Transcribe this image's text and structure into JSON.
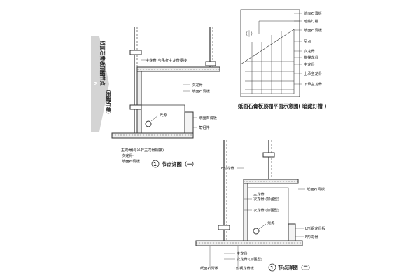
{
  "side_tab": {
    "number": "2",
    "title_lines": [
      "纸面石膏板顶棚节点",
      "（暗藏灯槽）"
    ]
  },
  "detail1": {
    "labels": {
      "main_keel_pref": "主龙骨(与吊杆主龙骨钢接)",
      "sub_keel": "次龙骨",
      "gypsum": "纸面石膏板",
      "lamp": "光源",
      "gypsum_side": "纸面石膏板",
      "corner": "角铝件",
      "main_keel_pref2": "主龙骨(与吊杆主龙骨钢接)",
      "sub_keel2": "次龙骨",
      "gypsum2": "纸面石膏板"
    },
    "caption_num": "1",
    "caption": "节点详图（一）"
  },
  "plan": {
    "labels": [
      "纸面石膏板",
      "暗藏灯槽",
      "纸面石膏板",
      "吊点",
      "次龙骨",
      "横撑龙骨",
      "主龙骨",
      "上承主龙骨",
      "下承主龙骨"
    ],
    "caption": "纸面石膏板顶棚平面示意图( 暗藏灯槽 )"
  },
  "detail2": {
    "labels": {
      "hanger": "F形龙骨",
      "gypsum": "纸面石膏板",
      "main_keel": "主龙骨",
      "sub_keel_add": "次龙骨  (加强型)",
      "sub_keel_add2": "次龙骨  (加强型)",
      "lamp": "光源",
      "l_angle": "L形钢龙骨板",
      "f_keel": "F形龙骨",
      "main_keel_b": "主龙骨",
      "sub_keel_b": "次龙骨  (加强型)",
      "l_angle_b": "L形钢龙骨板",
      "gypsum_b": "纸面石膏板"
    },
    "caption_num": "1",
    "caption": "节点详图（二）"
  }
}
